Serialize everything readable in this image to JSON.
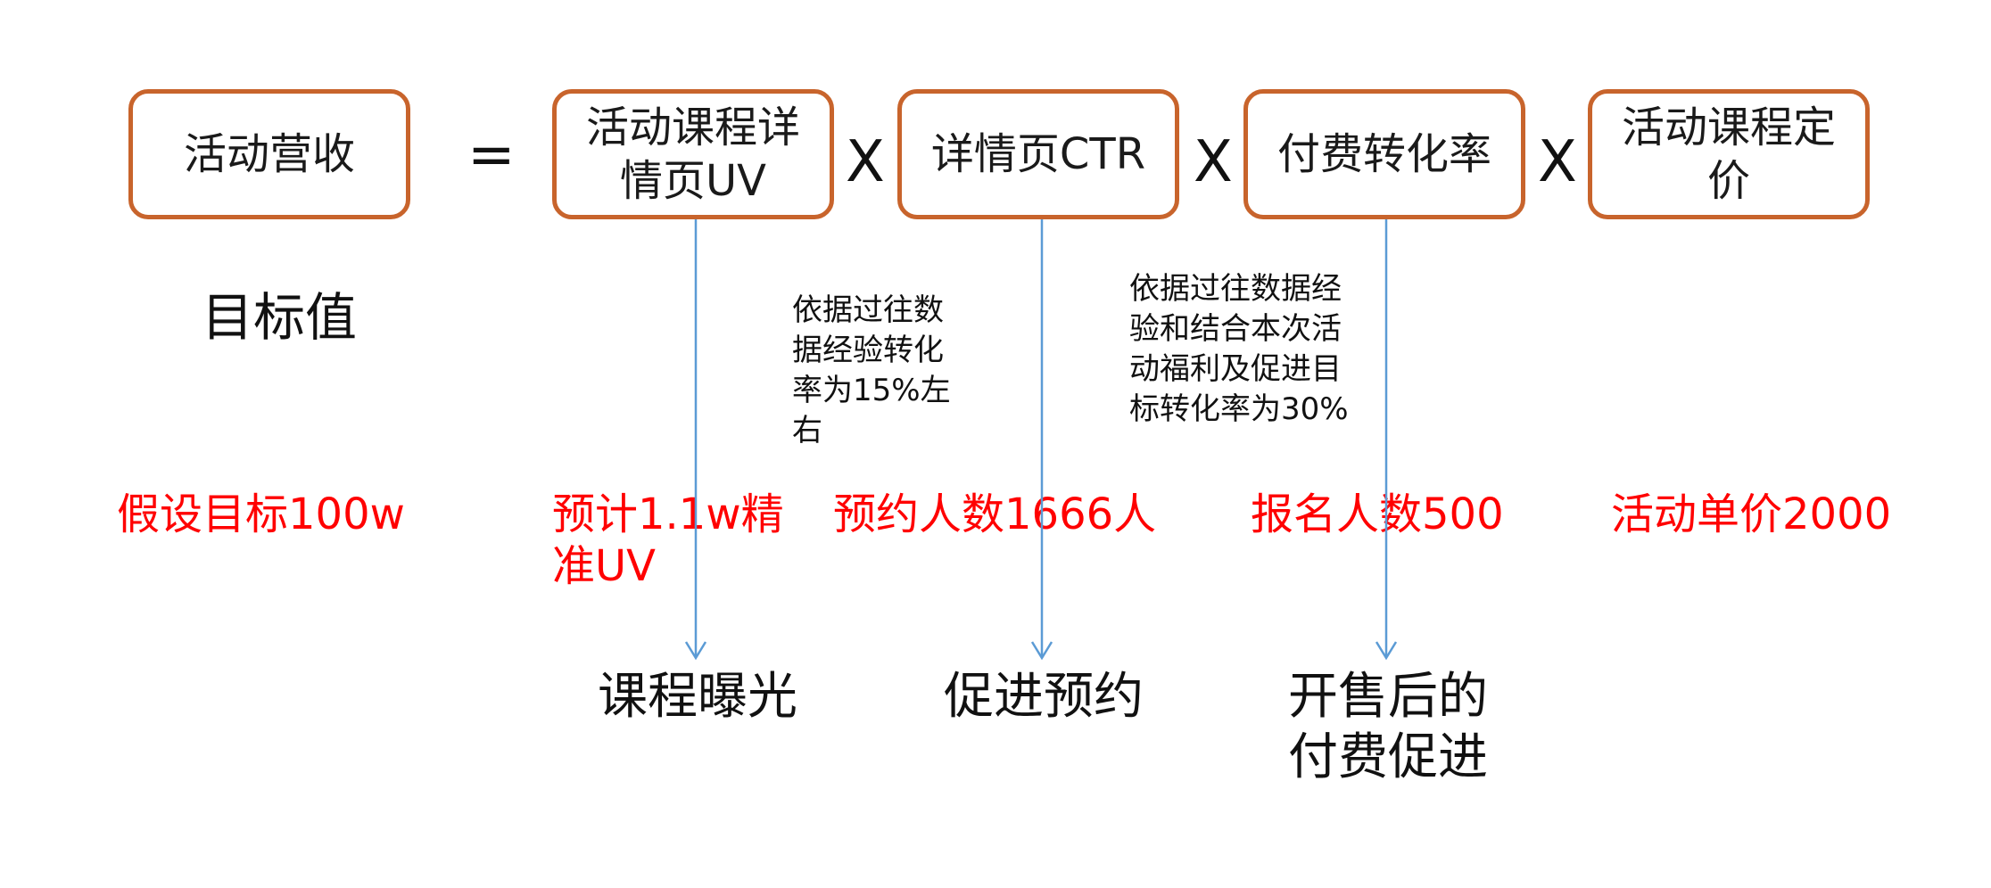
{
  "formula": {
    "result": "活动营收",
    "equals": "=",
    "times": "X",
    "factors": [
      "活动课程详情页UV",
      "详情页CTR",
      "付费转化率",
      "活动课程定价"
    ]
  },
  "target_label": "目标值",
  "notes": {
    "ctr": "依据过往数据经验转化率为15%左右",
    "conversion": "依据过往数据经验和结合本次活动福利及促进目标转化率为30%"
  },
  "estimates": {
    "revenue": "假设目标100w",
    "uv": "预计1.1w精准UV",
    "reservations": "预约人数1666人",
    "signups": "报名人数500",
    "price": "活动单价2000"
  },
  "actions": {
    "uv": "课程曝光",
    "ctr": "促进预约",
    "conversion": "开售后的付费促进"
  },
  "colors": {
    "box_border": "#c8642c",
    "highlight_text": "#ff0000",
    "arrow": "#5b9bd5"
  }
}
